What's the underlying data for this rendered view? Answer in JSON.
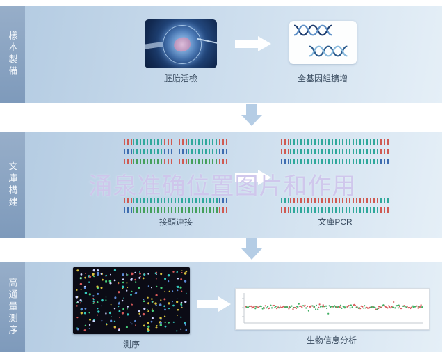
{
  "watermark": {
    "text": "涌泉准确位置图片和作用"
  },
  "rows": [
    {
      "label": "樣本製備",
      "items": [
        {
          "caption": "胚胎活檢"
        },
        {
          "caption": "全基因組擴增"
        }
      ]
    },
    {
      "label": "文庫構建",
      "items": [
        {
          "caption": "接頭連接"
        },
        {
          "caption": "文庫PCR"
        }
      ]
    },
    {
      "label": "高通量測序",
      "items": [
        {
          "caption": "測序"
        },
        {
          "caption": "生物信息分析"
        }
      ]
    }
  ],
  "colors": {
    "band": "#c9dbec",
    "sidebar": "#8aa5c3",
    "down_arrow": "#b5cde5",
    "right_arrow": "#ffffff",
    "watermark": "#cfc6ec",
    "tick_teal": "#2fa89b",
    "tick_red": "#cf5a52",
    "tick_blue": "#3e6db0",
    "tick_green": "#44a05c"
  }
}
